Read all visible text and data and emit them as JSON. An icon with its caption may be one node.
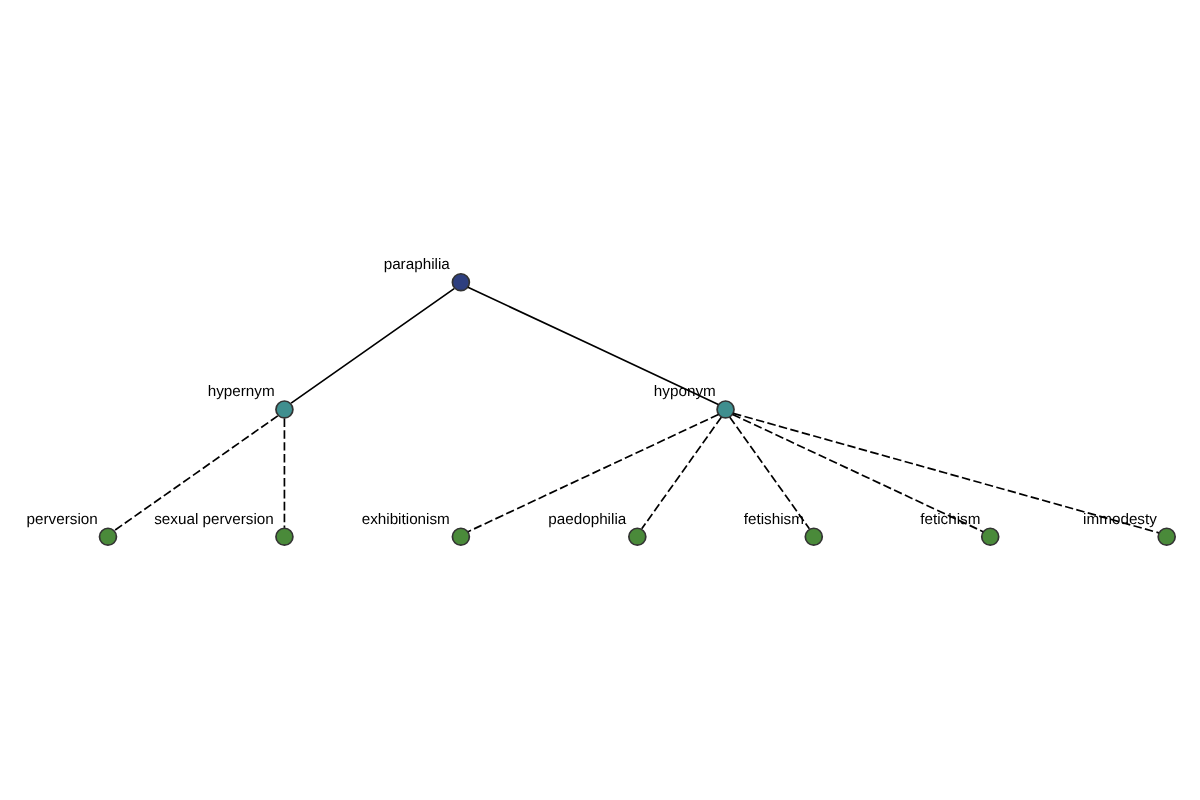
{
  "diagram": {
    "nodes": [
      {
        "text": [
          "paraphilia"
        ]
      },
      {
        "text": [
          "hypernym"
        ]
      },
      {
        "text": [
          "hyponym"
        ]
      },
      {
        "text": [
          "perversion"
        ]
      },
      {
        "text": [
          "sexual perversion"
        ]
      },
      {
        "text": [
          "exhibitionism"
        ]
      },
      {
        "text": [
          "paedophilia"
        ]
      },
      {
        "text": [
          "fetishism"
        ]
      },
      {
        "text": [
          "fetichism"
        ]
      },
      {
        "text": [
          "immodesty"
        ]
      }
    ],
    "edges": [
      {
        "from": 0,
        "to": 1,
        "arrow": "none"
      },
      {
        "from": 0,
        "to": 2,
        "arrow": "none"
      },
      {
        "from": 1,
        "to": 3,
        "arrow": "none",
        "style": "dashed"
      },
      {
        "from": 1,
        "to": 4,
        "arrow": "none",
        "style": "dashed"
      },
      {
        "from": 2,
        "to": 5,
        "arrow": "none",
        "style": "dashed"
      },
      {
        "from": 2,
        "to": 6,
        "arrow": "none",
        "style": "dashed"
      },
      {
        "from": 2,
        "to": 7,
        "arrow": "none",
        "style": "dashed"
      },
      {
        "from": 2,
        "to": 8,
        "arrow": "none",
        "style": "dashed"
      },
      {
        "from": 2,
        "to": 9,
        "arrow": "none",
        "style": "dashed"
      }
    ]
  }
}
